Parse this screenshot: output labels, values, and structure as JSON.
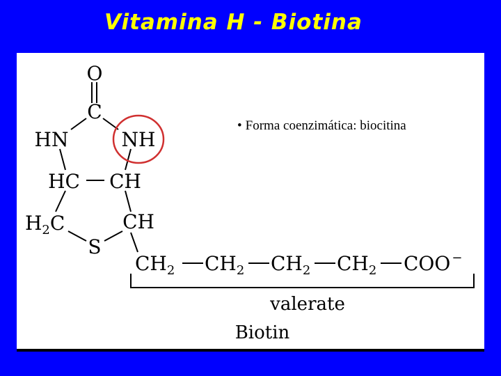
{
  "title": "Vitamina H - Biotina",
  "bullet": {
    "marker": "•",
    "text": "Forma coenzimática: biocitina"
  },
  "structure": {
    "atoms": {
      "carbonyl_o": "O",
      "carbonyl_c": "C",
      "hn_left": "HN",
      "nh_right": "NH",
      "hc_left": "HC",
      "ch_right": "CH",
      "h2c_h": "H",
      "h2c_sub": "2",
      "h2c_c": "C",
      "ch_lower": "CH",
      "sulfur": "S"
    },
    "chain": [
      {
        "main": "CH",
        "sub": "2"
      },
      {
        "main": "CH",
        "sub": "2"
      },
      {
        "main": "CH",
        "sub": "2"
      },
      {
        "main": "CH",
        "sub": "2"
      },
      {
        "main": "COO",
        "sup": "−"
      }
    ],
    "bracket_label": "valerate",
    "compound_name": "Biotin"
  },
  "colors": {
    "background": "#0000FF",
    "title": "#FFFF00",
    "panel": "#FFFFFF",
    "highlight_circle": "#D03030"
  }
}
